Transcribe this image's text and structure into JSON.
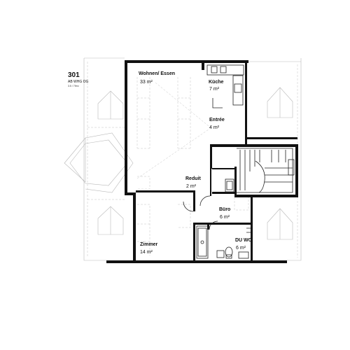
{
  "unit": {
    "number": "301",
    "subtitle": "AB WHG OG",
    "note": "3.5 / 79m²"
  },
  "rooms": {
    "wohnen": {
      "name": "Wohnen/ Essen",
      "area": "33 m²"
    },
    "kueche": {
      "name": "Küche",
      "area": "7 m²"
    },
    "entree": {
      "name": "Entrée",
      "area": "4 m²"
    },
    "reduit": {
      "name": "Reduit",
      "area": "2 m²"
    },
    "buero": {
      "name": "Büro",
      "area": "6 m²"
    },
    "zimmer": {
      "name": "Zimmer",
      "area": "14 m²"
    },
    "duwc": {
      "name": "DU WC",
      "area": "6 m²"
    }
  }
}
